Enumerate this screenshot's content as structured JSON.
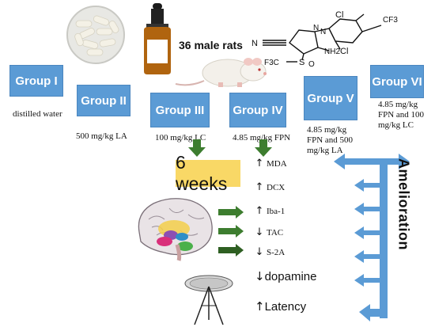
{
  "rats_title": "36 male rats",
  "groups": [
    {
      "name": "Group I",
      "desc": "distilled water"
    },
    {
      "name": "Group II",
      "desc": "500 mg/kg LA"
    },
    {
      "name": "Group III",
      "desc": "100 mg/kg LC"
    },
    {
      "name": "Group IV",
      "desc": "4.85 mg/kg FPN"
    },
    {
      "name": "Group V",
      "desc_lines": [
        "4.85 mg/kg",
        "FPN and 500",
        "mg/kg LA"
      ]
    },
    {
      "name": "Group VI",
      "desc_lines": [
        "4.85 mg/kg",
        "FPN and 100",
        "mg/kg LC"
      ]
    }
  ],
  "duration": "6 weeks",
  "markers": [
    {
      "label": "MDA",
      "direction": "up"
    },
    {
      "label": "DCX",
      "direction": "up"
    },
    {
      "label": "Iba-1",
      "direction": "up"
    },
    {
      "label": "TAC",
      "direction": "down"
    },
    {
      "label": "S-2A",
      "direction": "down"
    }
  ],
  "dopamine": {
    "label": "dopamine",
    "direction": "down"
  },
  "latency": {
    "label": "Latency",
    "direction": "up"
  },
  "amelioration": "Amelioration",
  "structure_labels": {
    "cl_top": "Cl",
    "cl_bottom": "Cl",
    "cf3": "CF3",
    "n_left": "N",
    "n_ring1": "N",
    "n_ring2": "N",
    "nh2": "NH2",
    "s": "S",
    "o": "O",
    "f3c": "F3C"
  },
  "colors": {
    "group_box": "#5b9bd5",
    "arrow_green": "#3d7d2f",
    "arrow_blue": "#5b9bd5",
    "weeks_bg": "#f9d866"
  }
}
